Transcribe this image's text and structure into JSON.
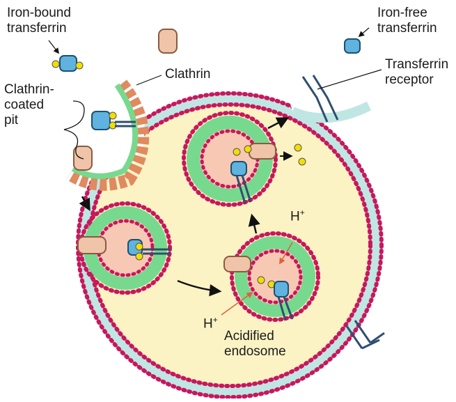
{
  "labels": {
    "iron_bound": "Iron-bound\ntransferrin",
    "iron_free": "Iron-free\ntransferrin",
    "clathrin": "Clathrin",
    "coated_pit": "Clathrin-\ncoated\npit",
    "receptor": "Transferrin\nreceptor",
    "proton": "H",
    "proton_charge": "+",
    "acidified": "Acidified\nendosome"
  },
  "colors": {
    "cytoplasm": "#fbf3c4",
    "lipid_head": "#c8175d",
    "lipid_tail": "#77d98e",
    "membrane_fill": "#bfe6e2",
    "vesicle_lumen": "#f7c9b4",
    "clathrin": "#e08a5f",
    "transferrin": "#5fb3de",
    "iron": "#f2de00",
    "receptor": "#2f4f6f"
  }
}
